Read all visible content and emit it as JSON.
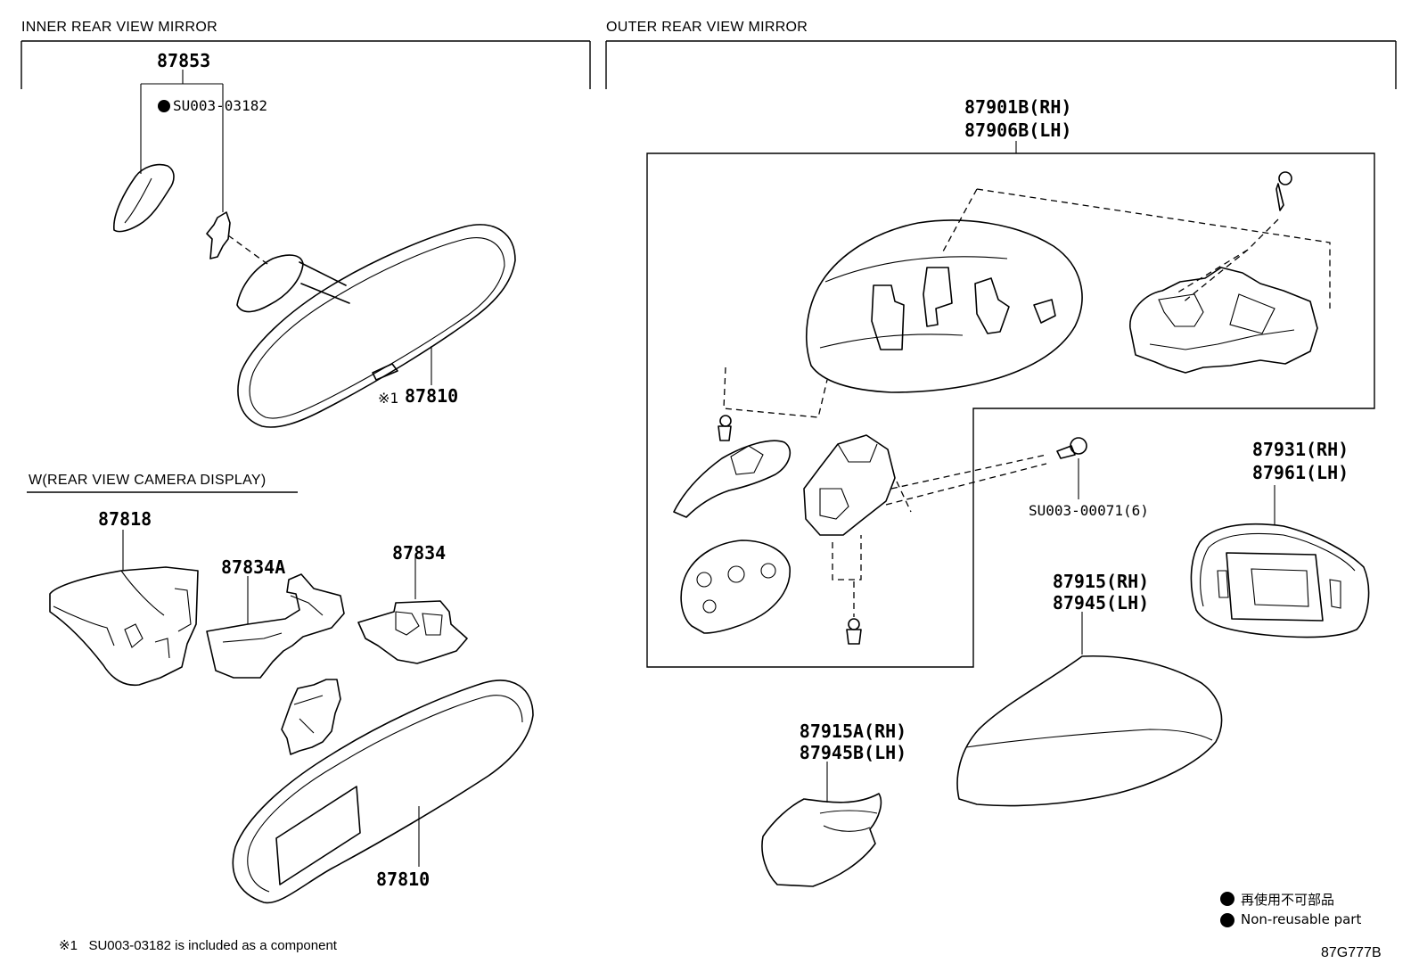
{
  "sections": {
    "inner": "INNER REAR VIEW MIRROR",
    "outer": "OUTER REAR VIEW MIRROR",
    "camera": "W(REAR VIEW CAMERA DISPLAY)"
  },
  "labels": {
    "p87853": "87853",
    "su00303182": "SU003-03182",
    "mark1": "※1",
    "p87810a": "87810",
    "p87818": "87818",
    "p87834a": "87834A",
    "p87834": "87834",
    "p87810b": "87810",
    "p87901b": "87901B(RH)",
    "p87906b": "87906B(LH)",
    "su00300071": "SU003-00071(6)",
    "p87931": "87931(RH)",
    "p87961": "87961(LH)",
    "p87915": "87915(RH)",
    "p87945": "87945(LH)",
    "p87915a": "87915A(RH)",
    "p87945b": "87945B(LH)"
  },
  "footnote": {
    "mark": "※1",
    "text": "SU003-03182 is included as a component"
  },
  "legend": {
    "jp": "再使用不可部品",
    "en": "Non-reusable part"
  },
  "diagram_code": "87G777B"
}
